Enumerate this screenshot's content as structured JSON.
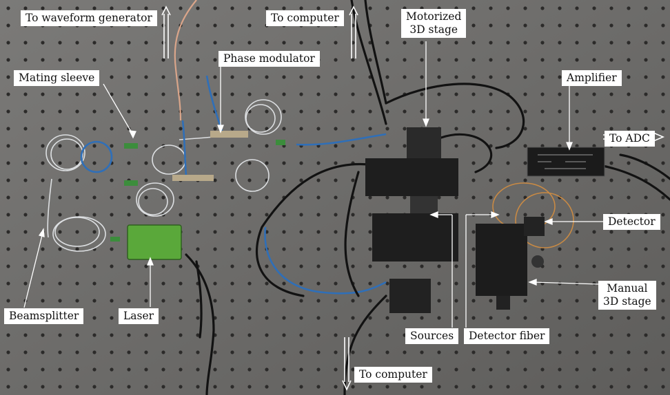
{
  "labels": {
    "to_waveform_generator": "To waveform generator",
    "to_computer_top": "To computer",
    "motorized_3d_stage_1": "Motorized",
    "motorized_3d_stage_2": "3D stage",
    "phase_modulator": "Phase modulator",
    "mating_sleeve": "Mating sleeve",
    "amplifier": "Amplifier",
    "to_adc": "To ADC",
    "detector": "Detector",
    "manual_3d_stage_1": "Manual",
    "manual_3d_stage_2": "3D stage",
    "beamsplitter": "Beamsplitter",
    "laser": "Laser",
    "sources": "Sources",
    "detector_fiber": "Detector fiber",
    "to_computer_bottom": "To computer"
  },
  "colors": {
    "table": "#6d6c6a",
    "hole": "#2b2a29",
    "laser_box": "#5aa83a",
    "cable": "#121212",
    "blue_fiber": "#2f6fb8",
    "white_fiber": "#e9ecef",
    "orange_fiber": "#c98a44"
  }
}
